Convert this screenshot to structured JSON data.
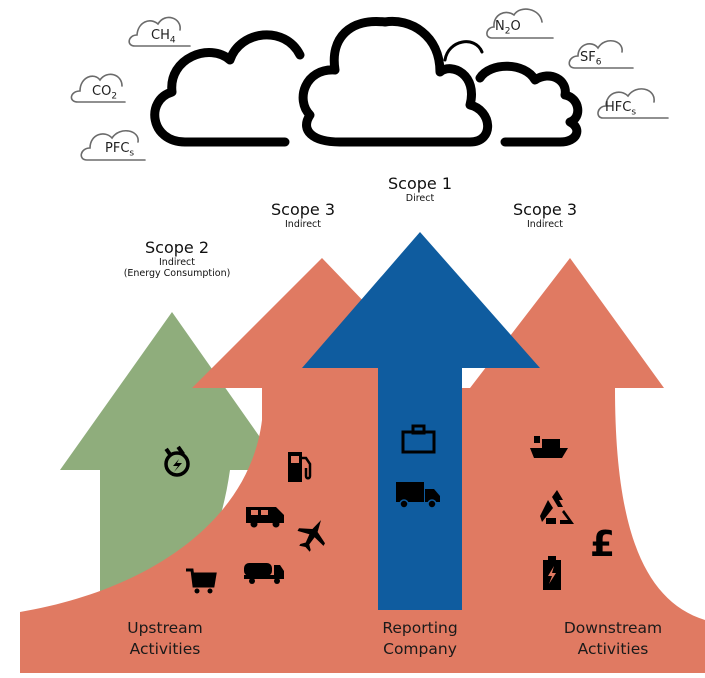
{
  "gases": {
    "ch4": {
      "main": "CH",
      "sub": "4"
    },
    "co2": {
      "main": "CO",
      "sub": "2"
    },
    "pfcs": {
      "main": "PFC",
      "sub": "s"
    },
    "n2o": {
      "main": "N",
      "sub": "2",
      "tail": "O"
    },
    "sf6": {
      "main": "SF",
      "sub": "6"
    },
    "hfcs": {
      "main": "HFC",
      "sub": "s"
    }
  },
  "scopes": {
    "scope1": {
      "title": "Scope 1",
      "sub": "Direct"
    },
    "scope3_left": {
      "title": "Scope 3",
      "sub": "Indirect"
    },
    "scope3_right": {
      "title": "Scope 3",
      "sub": "Indirect"
    },
    "scope2": {
      "title": "Scope 2",
      "sub1": "Indirect",
      "sub2": "(Energy Consumption)"
    }
  },
  "bottom_labels": {
    "upstream": {
      "line1": "Upstream",
      "line2": "Activities"
    },
    "reporting": {
      "line1": "Reporting",
      "line2": "Company"
    },
    "downstream": {
      "line1": "Downstream",
      "line2": "Activities"
    }
  },
  "icons": {
    "pound_symbol": "£"
  },
  "colors": {
    "scope1_blue": "#0f5c9f",
    "scope3_salmon": "#e07a62",
    "scope2_green": "#8fad7c",
    "cloud_outline": "#000000",
    "small_cloud_outline": "#6b6b6b"
  }
}
